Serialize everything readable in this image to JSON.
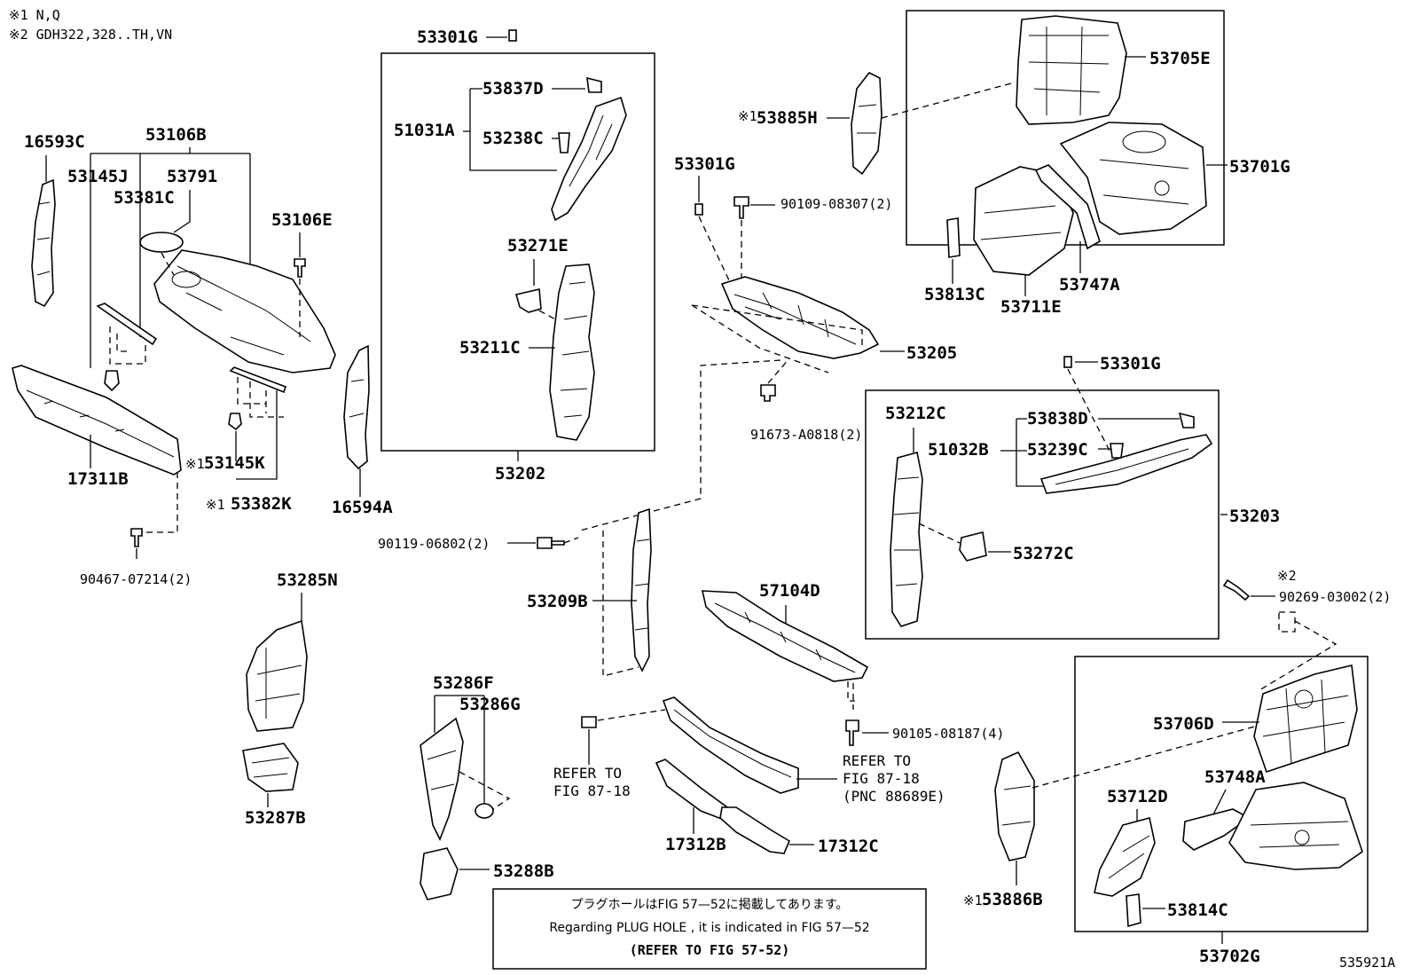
{
  "header_notes": [
    "※1 N,Q",
    "※2 GDH322,328..TH,VN"
  ],
  "diagram_id": "535921A",
  "parts": {
    "p16593C": "16593C",
    "p53106B": "53106B",
    "p53145J": "53145J",
    "p53791": "53791",
    "p53381C": "53381C",
    "p53106E": "53106E",
    "p17311B": "17311B",
    "p53145K": "53145K",
    "p53382K": "53382K",
    "p16594A": "16594A",
    "p90467": "90467-07214(2)",
    "p53301G_a": "53301G",
    "p53837D": "53837D",
    "p51031A": "51031A",
    "p53238C": "53238C",
    "p53271E": "53271E",
    "p53211C": "53211C",
    "p53202": "53202",
    "p53885H": "53885H",
    "p53301G_b": "53301G",
    "p90109": "90109-08307(2)",
    "p53205": "53205",
    "p91673": "91673-A0818(2)",
    "p53705E": "53705E",
    "p53701G": "53701G",
    "p53813C": "53813C",
    "p53747A": "53747A",
    "p53711E": "53711E",
    "p53301G_c": "53301G",
    "p53212C": "53212C",
    "p53838D": "53838D",
    "p51032B": "51032B",
    "p53239C": "53239C",
    "p53203": "53203",
    "p53272C": "53272C",
    "p90119": "90119-06802(2)",
    "p53209B": "53209B",
    "p57104D": "57104D",
    "p90269": "90269-03002(2)",
    "p53285N": "53285N",
    "p53287B": "53287B",
    "p53286F": "53286F",
    "p53286G": "53286G",
    "p53288B": "53288B",
    "p90105": "90105-08187(4)",
    "p17312B": "17312B",
    "p17312C": "17312C",
    "p53706D": "53706D",
    "p53712D": "53712D",
    "p53748A": "53748A",
    "p53814C": "53814C",
    "p53702G": "53702G",
    "p53886B": "53886B"
  },
  "marks": {
    "m1": "※1",
    "m2": "※2"
  },
  "refs": {
    "left_ref_1": "REFER TO",
    "left_ref_2": "FIG 87-18",
    "right_ref_1": "REFER TO",
    "right_ref_2": "FIG 87-18",
    "right_ref_3": "(PNC 88689E)"
  },
  "note_box": {
    "jp": "プラグホールはFIG 57—52に掲載してあります。",
    "en": "Regarding  PLUG  HOLE , it is indicated in FIG  57—52",
    "ref": "(REFER TO FIG 57-52)"
  }
}
